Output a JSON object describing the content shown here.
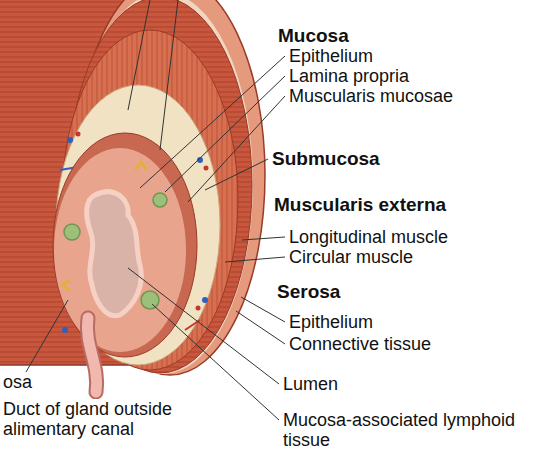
{
  "diagram": {
    "labels": [
      "Mucosa",
      "Epithelium",
      "Lamina propria",
      "Muscularis mucosae",
      "Submucosa",
      "Muscularis externa",
      "Longitudinal muscle",
      "Circular muscle",
      "Serosa",
      "Epithelium",
      "Connective tissue",
      "Lumen",
      "Mucosa-associated lymphoid tissue",
      "osa",
      "Duct of gland outside alimentary canal"
    ]
  }
}
